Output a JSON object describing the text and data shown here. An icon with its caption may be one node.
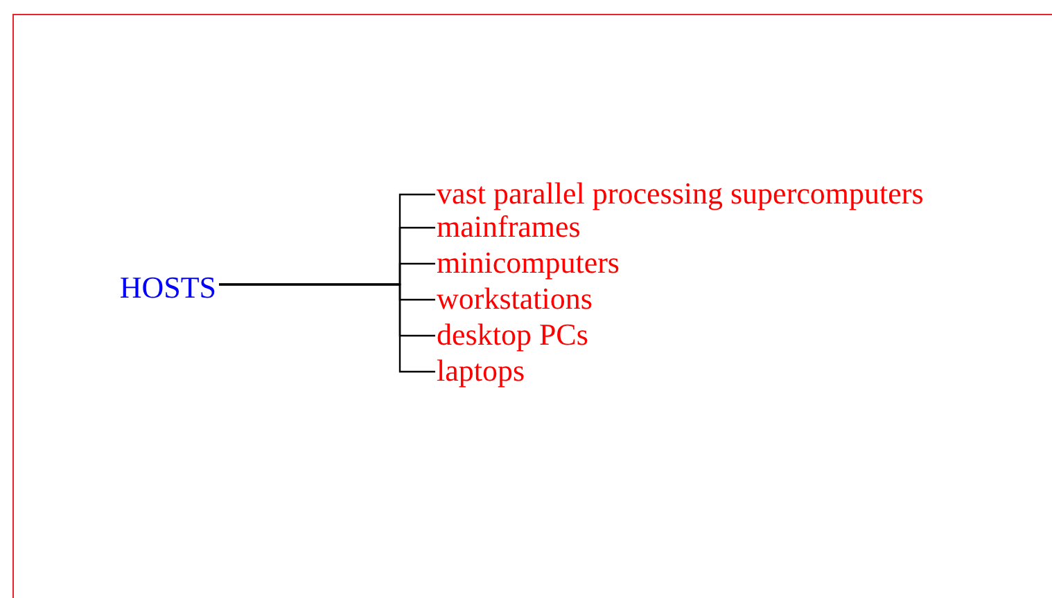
{
  "diagram": {
    "nodes": [
      {
        "text": [
          "HOSTS"
        ]
      },
      {
        "text": [
          "vast parallel processing supercomputers"
        ]
      },
      {
        "text": [
          "mainframes"
        ]
      },
      {
        "text": [
          "minicomputers"
        ]
      },
      {
        "text": [
          "workstations"
        ]
      },
      {
        "text": [
          "desktop PCs"
        ]
      },
      {
        "text": [
          "laptops"
        ]
      }
    ],
    "edges": [
      {
        "from": 0,
        "to": 1,
        "arrow": "none"
      },
      {
        "from": 0,
        "to": 2,
        "arrow": "none"
      },
      {
        "from": 0,
        "to": 3,
        "arrow": "none"
      },
      {
        "from": 0,
        "to": 4,
        "arrow": "none"
      },
      {
        "from": 0,
        "to": 5,
        "arrow": "none"
      },
      {
        "from": 0,
        "to": 6,
        "arrow": "none"
      }
    ]
  }
}
